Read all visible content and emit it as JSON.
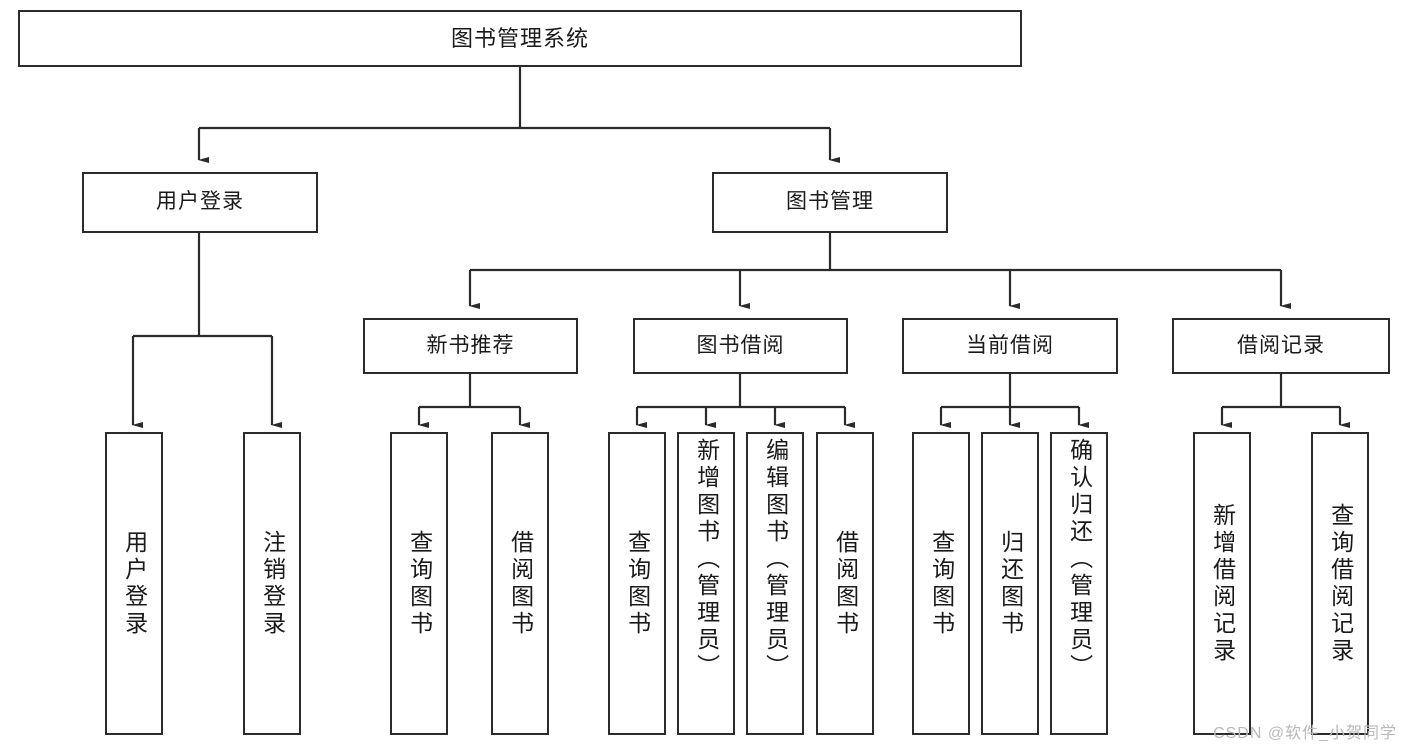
{
  "diagram": {
    "type": "tree",
    "title": "图书管理系统",
    "watermark": "CSDN @软件_小贺同学",
    "colors": {
      "box_border": "#2b2b2b",
      "box_fill": "#ffffff",
      "connector": "#2b2b2b",
      "text": "#1a1a1a",
      "watermark": "#b9b9b9"
    },
    "levels": {
      "level1": {
        "label": "图书管理系统"
      },
      "level2": [
        {
          "label": "用户登录"
        },
        {
          "label": "图书管理"
        }
      ],
      "level3": [
        {
          "label": "新书推荐"
        },
        {
          "label": "图书借阅"
        },
        {
          "label": "当前借阅"
        },
        {
          "label": "借阅记录"
        }
      ],
      "level4": {
        "用户登录": [
          {
            "label": "用户登录"
          },
          {
            "label": "注销登录"
          }
        ],
        "新书推荐": [
          {
            "label": "查询图书"
          },
          {
            "label": "借阅图书"
          }
        ],
        "图书借阅": [
          {
            "label": "查询图书"
          },
          {
            "label": "新增图书（管理员）"
          },
          {
            "label": "编辑图书（管理员）"
          },
          {
            "label": "借阅图书"
          }
        ],
        "当前借阅": [
          {
            "label": "查询图书"
          },
          {
            "label": "归还图书"
          },
          {
            "label": "确认归还（管理员）"
          }
        ],
        "借阅记录": [
          {
            "label": "新增借阅记录"
          },
          {
            "label": "查询借阅记录"
          }
        ]
      }
    },
    "nodes": {
      "root": "图书管理系统",
      "user_login": "用户登录",
      "book_manage": "图书管理",
      "new_book_rec": "新书推荐",
      "book_borrow": "图书借阅",
      "current_borrow": "当前借阅",
      "borrow_record": "借阅记录",
      "leaf_user_login": "用户登录",
      "leaf_logout": "注销登录",
      "leaf_query_book_1": "查询图书",
      "leaf_borrow_book_1": "借阅图书",
      "leaf_query_book_2": "查询图书",
      "leaf_add_book_admin": "新增图书（管理员）",
      "leaf_edit_book_admin": "编辑图书（管理员）",
      "leaf_borrow_book_2": "借阅图书",
      "leaf_query_book_3": "查询图书",
      "leaf_return_book": "归还图书",
      "leaf_confirm_return_admin": "确认归还（管理员）",
      "leaf_add_record": "新增借阅记录",
      "leaf_query_record": "查询借阅记录"
    }
  }
}
